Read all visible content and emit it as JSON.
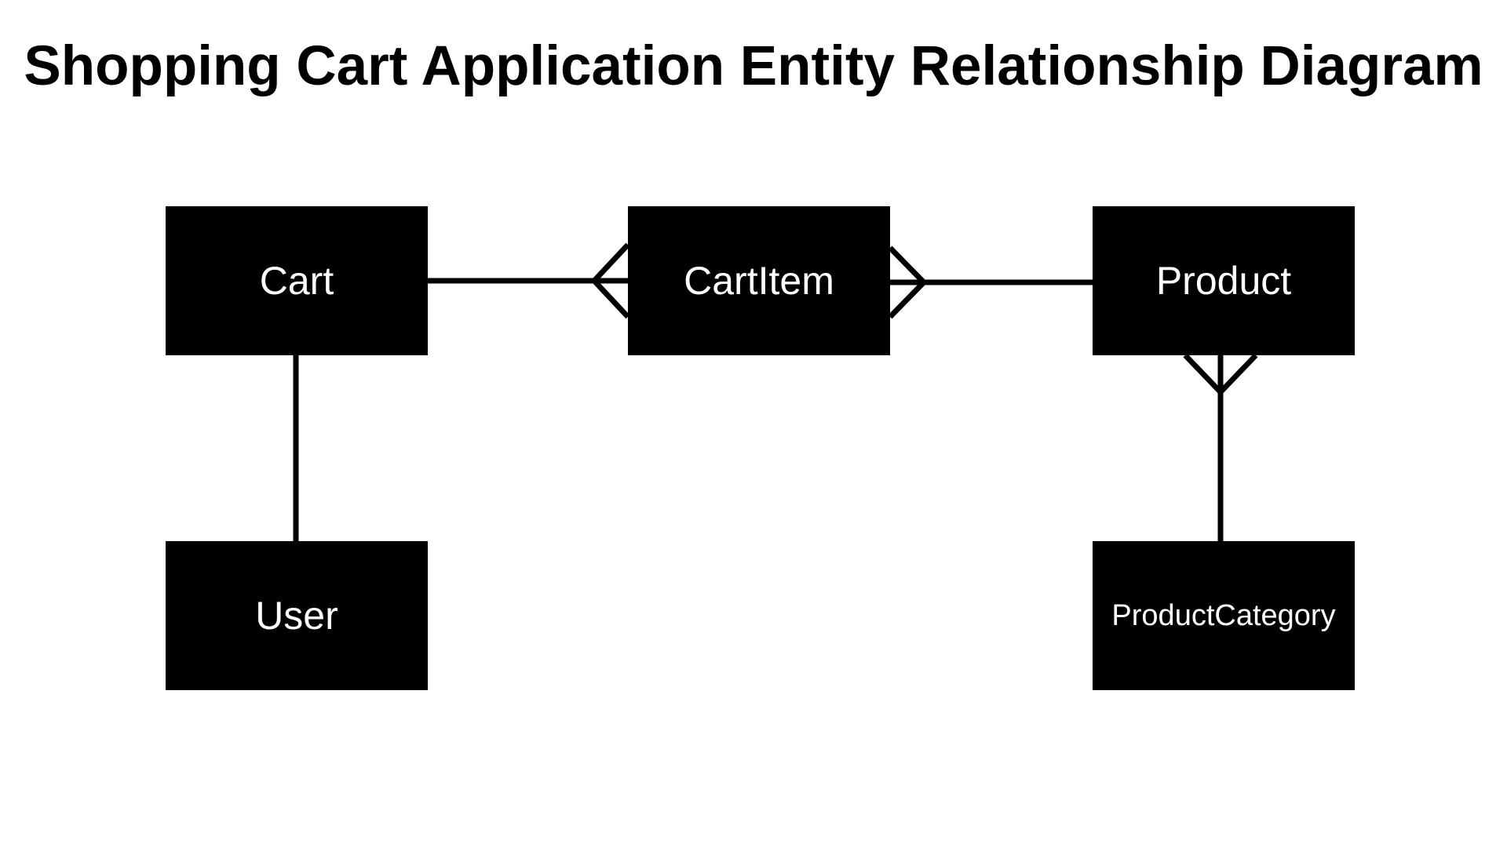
{
  "title": "Shopping Cart Application Entity Relationship Diagram",
  "colors": {
    "background": "#ffffff",
    "entity_fill": "#000000",
    "entity_text": "#ffffff",
    "connector": "#000000"
  },
  "entities": {
    "cart": "Cart",
    "cart_item": "CartItem",
    "product": "Product",
    "user": "User",
    "product_category": "ProductCategory"
  },
  "relationships": [
    {
      "from": "Cart",
      "to": "CartItem",
      "from_cardinality": "one",
      "to_cardinality": "many"
    },
    {
      "from": "CartItem",
      "to": "Product",
      "from_cardinality": "many",
      "to_cardinality": "one"
    },
    {
      "from": "Cart",
      "to": "User",
      "from_cardinality": "one",
      "to_cardinality": "one"
    },
    {
      "from": "Product",
      "to": "ProductCategory",
      "from_cardinality": "many",
      "to_cardinality": "one"
    }
  ]
}
